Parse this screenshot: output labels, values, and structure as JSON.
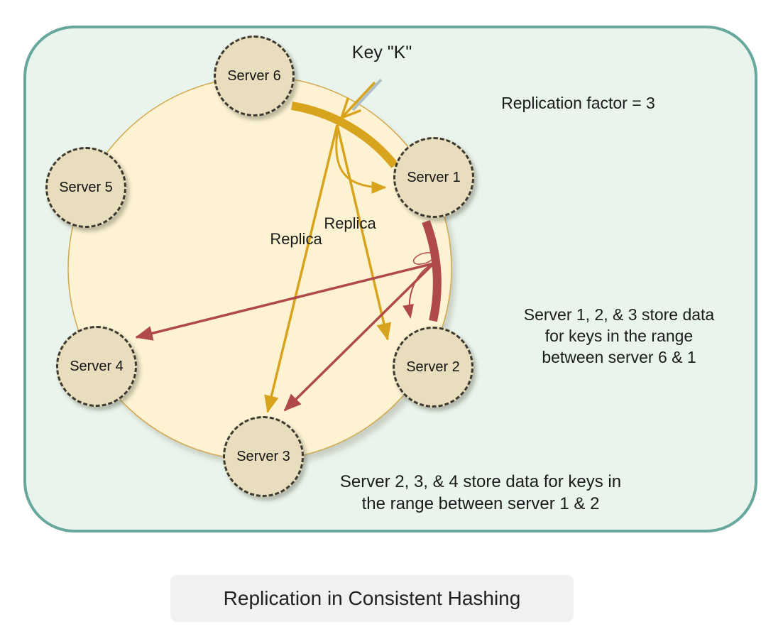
{
  "panel": {
    "background": "#e9f4ec",
    "border_color": "#67a79d"
  },
  "ring": {
    "fill": "#fdf3d3",
    "stroke": "#d2a94e"
  },
  "colors": {
    "gold": "#d8a31d",
    "red": "#b04a48",
    "node_fill": "#e8ddbc",
    "text": "#1b1b1b"
  },
  "servers": [
    {
      "label": "Server 1"
    },
    {
      "label": "Server 2"
    },
    {
      "label": "Server 3"
    },
    {
      "label": "Server 4"
    },
    {
      "label": "Server 5"
    },
    {
      "label": "Server 6"
    }
  ],
  "labels": {
    "key": "Key \"K\"",
    "replica_upper": "Replica",
    "replica_lower": "Replica",
    "replication_factor": "Replication factor = 3",
    "range_right": "Server 1, 2, & 3 store data\nfor keys in the range\nbetween server 6 & 1",
    "range_bottom": "Server 2, 3, & 4 store data for keys in\nthe range between server 1 & 2"
  },
  "caption": "Replication in Consistent Hashing"
}
